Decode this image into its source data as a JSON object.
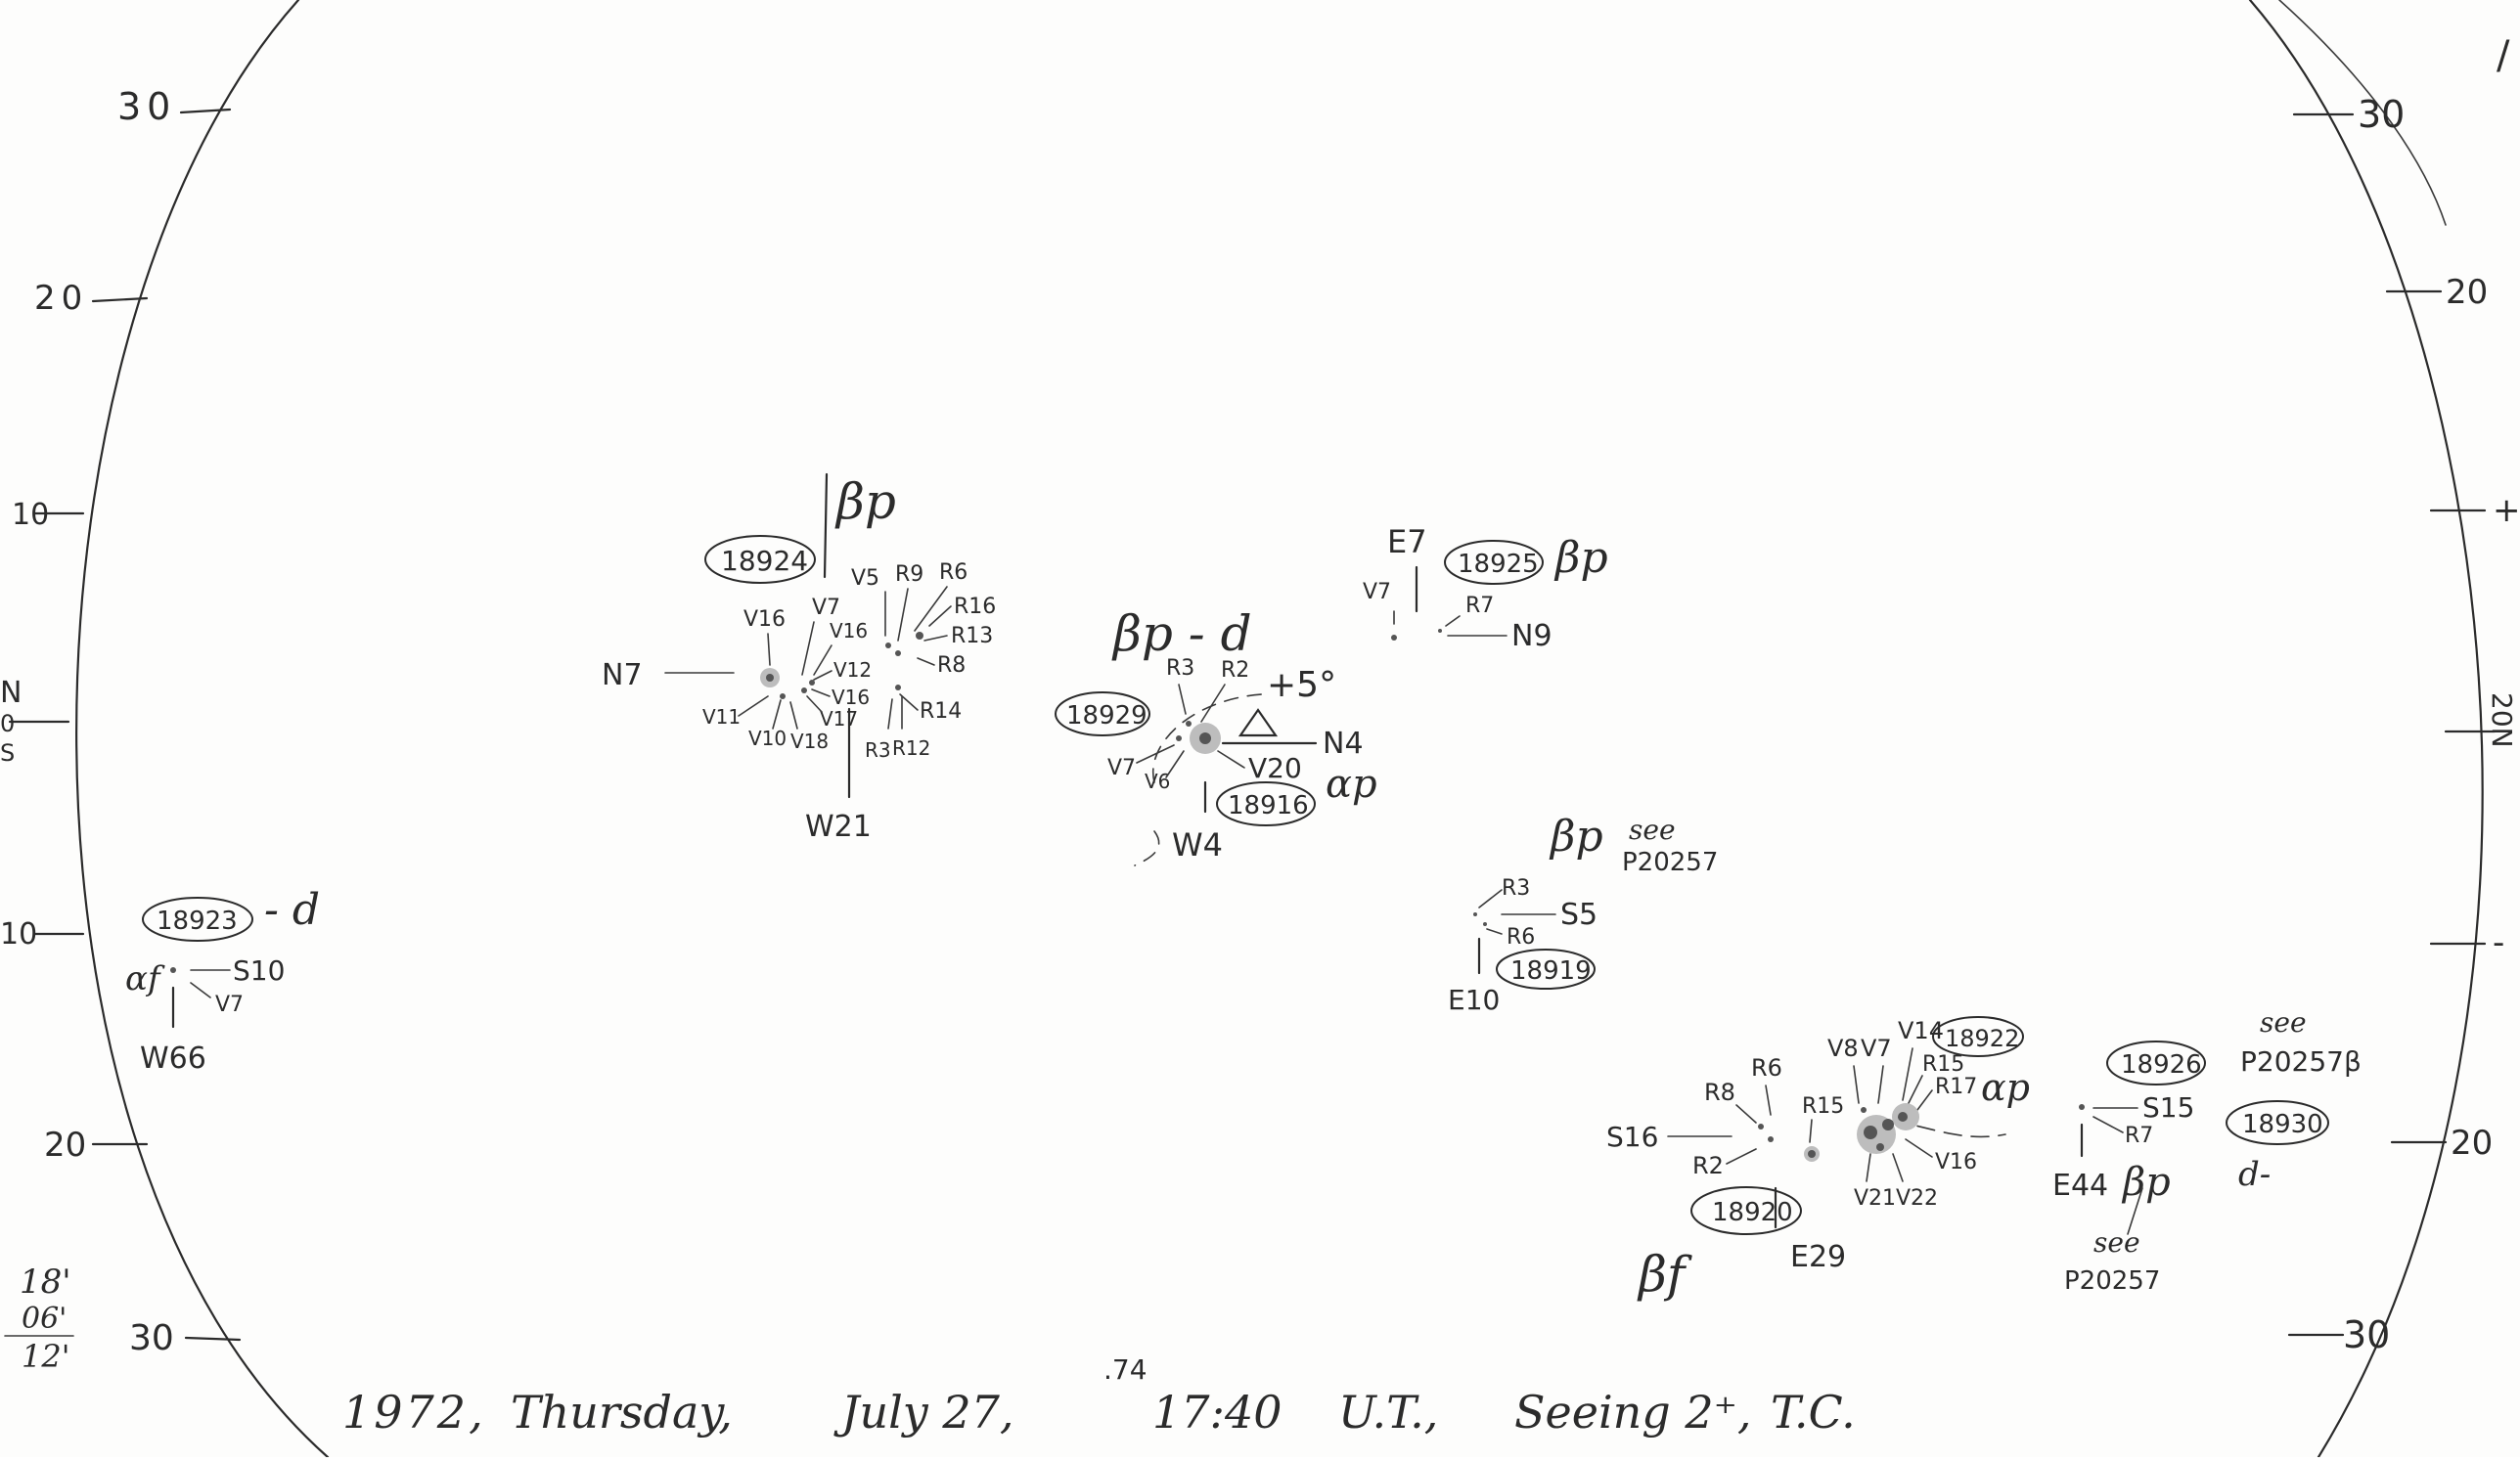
{
  "scale": {
    "left_ticks": [
      "30",
      "20",
      "10",
      "N",
      "0",
      "S",
      "10",
      "20",
      "30"
    ],
    "right_ticks": [
      "30",
      "20",
      "+",
      "-",
      "20",
      "30"
    ],
    "right_edge_label": "20N",
    "corner_note": [
      "18'",
      "06'",
      "12'"
    ],
    "top_right_mark": "/"
  },
  "groups": {
    "g18924": {
      "number": "18924",
      "class": "βp",
      "labels": [
        "N7",
        "V16",
        "V7",
        "V16",
        "V5",
        "R9",
        "R6",
        "R16",
        "R13",
        "R8",
        "V12",
        "V16",
        "R14",
        "V11",
        "V10",
        "V18",
        "V17",
        "R3",
        "R12",
        "W21"
      ]
    },
    "g18929": {
      "number": "18929",
      "class": "βp - d",
      "labels": [
        "R3",
        "R2",
        "+5°",
        "N4",
        "V20",
        "V7",
        "V6",
        "W4"
      ],
      "associated_number": "18916",
      "associated_class": "αp"
    },
    "g18925": {
      "number": "18925",
      "class": "βp",
      "labels": [
        "E7",
        "V7",
        "R7",
        "N9"
      ]
    },
    "g18919": {
      "number": "18919",
      "class": "βp",
      "see_note": "see",
      "ref": "P20257",
      "labels": [
        "R3",
        "S5",
        "R6",
        "E10"
      ]
    },
    "g18923": {
      "number": "18923",
      "class": "- d",
      "extra_class": "αf",
      "labels": [
        "S10",
        "V7",
        "W66"
      ]
    },
    "g18920": {
      "number": "18920",
      "class": "βf",
      "labels": [
        "R8",
        "R6",
        "R15",
        "S16",
        "R2",
        "E29"
      ]
    },
    "g18922": {
      "number": "18922",
      "class": "αp",
      "labels": [
        "V8",
        "V7",
        "V14",
        "R15",
        "R17",
        "V16",
        "V21",
        "V22"
      ]
    },
    "g18926": {
      "number": "18926",
      "class": "βp",
      "see_note": "see",
      "ref": "P20257",
      "labels": [
        "S15",
        "R7",
        "E44"
      ]
    },
    "g18930": {
      "number": "18930",
      "class": "d-",
      "see_note": "see",
      "ref": "P20257β"
    }
  },
  "footer": {
    "year": "1972,",
    "weekday": "Thursday,",
    "date": "July 27,",
    "frac": ".74",
    "time": "17:40",
    "ut": "U.T.,",
    "seeing": "Seeing 2⁺,",
    "observer": "T.C."
  }
}
